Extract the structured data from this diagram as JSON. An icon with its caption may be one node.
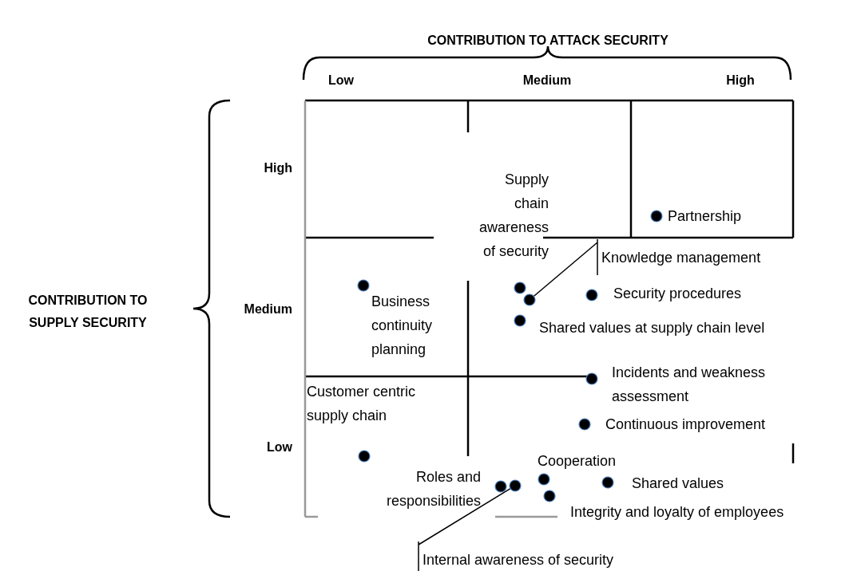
{
  "diagram": {
    "nodes": [
      {
        "text": [
          "Knowledge management"
        ]
      },
      {
        "text": [
          "Internal awareness of security"
        ]
      },
      {
        "text": [],
        "shape": "circle"
      },
      {
        "text": [],
        "shape": "circle"
      },
      {
        "text": [],
        "shape": "circle"
      },
      {
        "text": [],
        "shape": "circle"
      },
      {
        "text": [],
        "shape": "circle"
      },
      {
        "text": [],
        "shape": "circle"
      },
      {
        "text": [],
        "shape": "circle"
      },
      {
        "text": [],
        "shape": "circle"
      },
      {
        "text": [],
        "shape": "circle"
      },
      {
        "text": [],
        "shape": "circle"
      },
      {
        "text": [],
        "shape": "circle"
      },
      {
        "text": [],
        "shape": "circle"
      },
      {
        "text": [],
        "shape": "circle"
      },
      {
        "text": [],
        "shape": "circle"
      }
    ],
    "edges": [
      {
        "from": 0,
        "to": 6,
        "arrow": "none"
      },
      {
        "from": 1,
        "to": 13,
        "arrow": "none"
      }
    ],
    "labels": [
      "CONTRIBUTION TO ATTACK SECURITY",
      "Low",
      "Medium",
      "High",
      "High",
      "Supply chain awareness of security",
      "Partnership",
      "CONTRIBUTION TO SUPPLY SECURITY",
      "Medium",
      "Business continuity planning",
      "Security procedures",
      "Shared values at supply chain level",
      "Incidents and weakness assessment",
      "Customer centric supply chain",
      "Continuous improvement",
      "Low",
      "Cooperation",
      "Roles and responsibilities",
      "Shared values",
      "Integrity and loyalty of employees"
    ]
  }
}
